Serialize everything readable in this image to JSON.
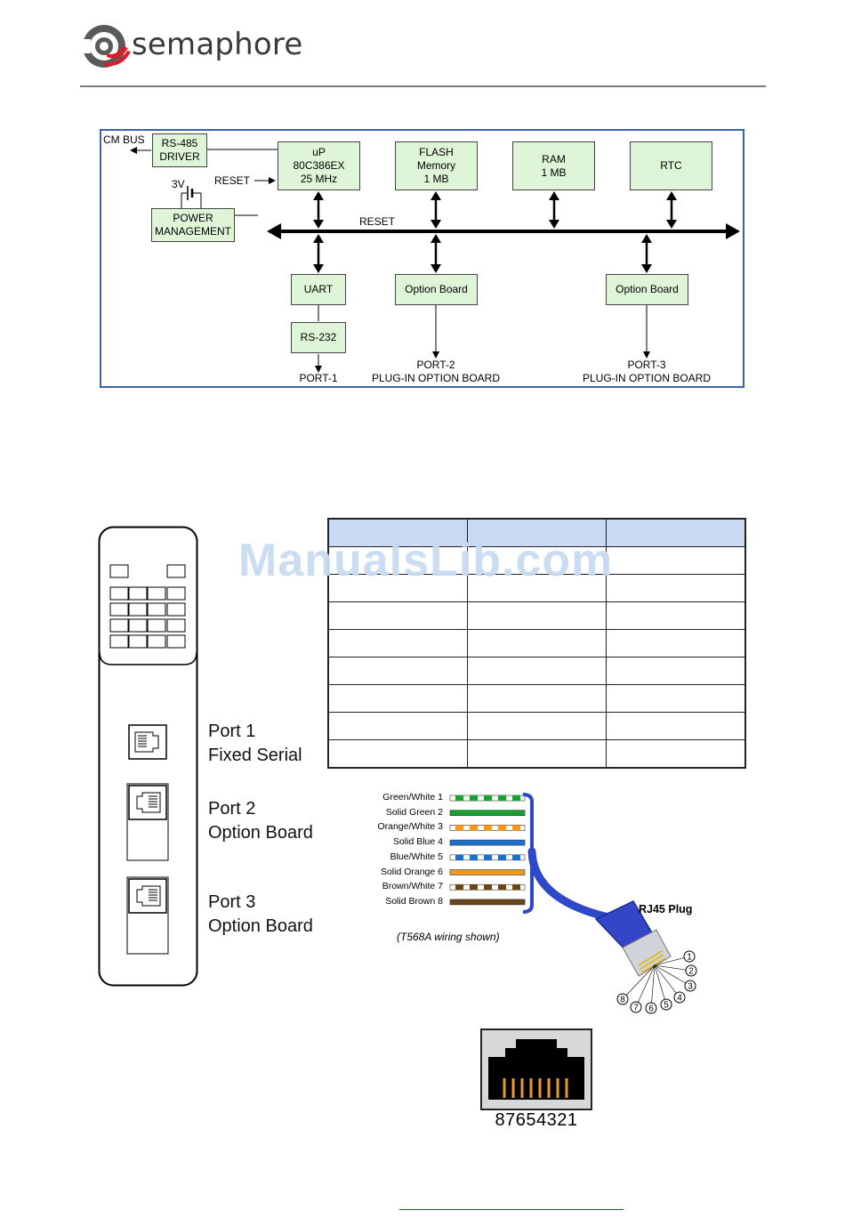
{
  "header": {
    "brand": "semaphore"
  },
  "block_diagram": {
    "cm_bus": "CM BUS",
    "rs485": [
      "RS-485",
      "DRIVER"
    ],
    "reset_left": "RESET",
    "battery": "3V",
    "power_mgmt": [
      "POWER",
      "MANAGEMENT"
    ],
    "cpu": [
      "uP",
      "80C386EX",
      "25 MHz"
    ],
    "flash": [
      "FLASH",
      "Memory",
      "1 MB"
    ],
    "ram": [
      "RAM",
      "1 MB"
    ],
    "rtc": "RTC",
    "bus_reset": "RESET",
    "uart": "UART",
    "rs232": "RS-232",
    "option_board_2": "Option Board",
    "option_board_3": "Option Board",
    "port1": "PORT-1",
    "port2": [
      "PORT-2",
      "PLUG-IN OPTION BOARD"
    ],
    "port3": [
      "PORT-3",
      "PLUG-IN OPTION BOARD"
    ]
  },
  "watermark": "ManualsLib.com",
  "ports": {
    "port1": [
      "Port 1",
      "Fixed Serial"
    ],
    "port2": [
      "Port 2",
      "Option Board"
    ],
    "port3": [
      "Port 3",
      "Option Board"
    ]
  },
  "wiring": {
    "wires": [
      {
        "label": "Green/White",
        "pin": "1",
        "color": "#1aa032",
        "striped": true
      },
      {
        "label": "Solid Green",
        "pin": "2",
        "color": "#1aa032",
        "striped": false
      },
      {
        "label": "Orange/White",
        "pin": "3",
        "color": "#f39a1e",
        "striped": true
      },
      {
        "label": "Solid Blue",
        "pin": "4",
        "color": "#1e6fd0",
        "striped": false
      },
      {
        "label": "Blue/White",
        "pin": "5",
        "color": "#1e6fd0",
        "striped": true
      },
      {
        "label": "Solid Orange",
        "pin": "6",
        "color": "#f39a1e",
        "striped": false
      },
      {
        "label": "Brown/White",
        "pin": "7",
        "color": "#6b4516",
        "striped": true
      },
      {
        "label": "Solid Brown",
        "pin": "8",
        "color": "#6b4516",
        "striped": false
      }
    ],
    "note": "(T568A wiring shown)",
    "plug_title": "RJ45 Plug",
    "pin_numbers": [
      "1",
      "2",
      "3",
      "4",
      "5",
      "6",
      "7",
      "8"
    ]
  },
  "jack": {
    "numbers": "87654321"
  },
  "colors": {
    "block_fill": "#dff5d8",
    "frame_blue": "#3c62a8",
    "table_header": "#c8d9f1",
    "cable_blue": "#2d48c8"
  }
}
